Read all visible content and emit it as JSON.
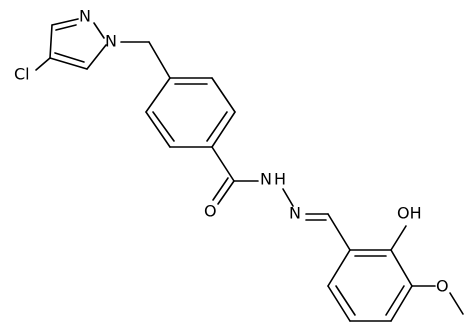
{
  "diagram": {
    "atom_labels": {
      "pyrazole_n_top": "N",
      "pyrazole_n1": "N",
      "chloro": "Cl",
      "amide_nh": "N",
      "amide_nh_h": "H",
      "hydrazone_n": "N",
      "carbonyl_o": "O",
      "hydroxyl": "OH",
      "methoxy_o": "O"
    },
    "colors": {
      "bond": "#000000",
      "text": "#000000",
      "background": "#ffffff"
    }
  }
}
